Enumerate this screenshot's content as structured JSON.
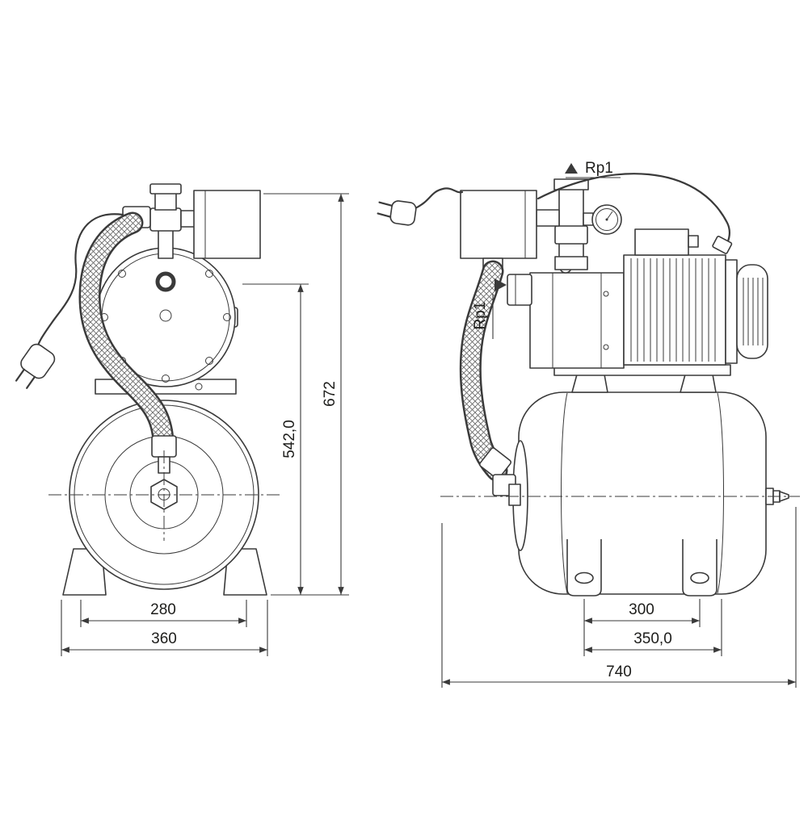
{
  "meta": {
    "type": "technical-dimensional-drawing",
    "subject": "booster pump set with pressure tank, front and side views",
    "line_color": "#3a3a3a",
    "text_color": "#1d1d1b"
  },
  "front_view": {
    "dim_foot_spacing": "280",
    "dim_base_width": "360",
    "dim_pump_height": "542,0",
    "dim_total_height": "672"
  },
  "side_view": {
    "top_port_label": "Rp1",
    "inlet_port_label": "Rp1",
    "dim_foot_spacing": "300",
    "dim_mount_length": "350,0",
    "dim_total_length": "740"
  }
}
